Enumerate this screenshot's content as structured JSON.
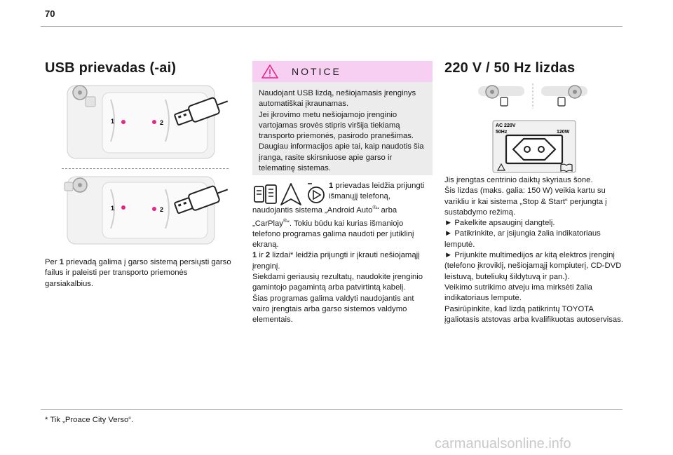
{
  "page_number": "70",
  "col1": {
    "title": "USB prievadas (-ai)",
    "port_label_1": "1",
    "port_label_2": "2",
    "body_pre": "Per ",
    "body_bold": "1",
    "body_post": " prievadą galima į garso sistemą persiųsti garso failus ir paleisti per transporto priemonės garsiakalbius.",
    "footnote": "* Tik „Proace City Verso“."
  },
  "notice": {
    "header": "NOTICE",
    "text": "Naudojant USB lizdą, nešiojamasis įrenginys automatiškai įkraunamas.\nJei įkrovimo metu nešiojamojo įrenginio vartojamas srovės stipris viršija tiekiamą transporto priemonės, pasirodo pranešimas.\nDaugiau informacijos apie tai, kaip naudotis šia įranga, rasite skirsniuose apie garso ir telematinę sistemas."
  },
  "col2": {
    "p1_bold": "1",
    "p1_rest": " prievadas leidžia prijungti išmanųjį telefoną, naudojantis sistema „Android Auto®“ arba „CarPlay®“. Tokiu būdu kai kurias išmaniojo telefono programas galima naudoti per jutiklinį ekraną.",
    "p2_bold1": "1",
    "p2_mid": " ir ",
    "p2_bold2": "2",
    "p2_rest": " lizdai* leidžia prijungti ir įkrauti nešiojamąjį įrenginį.",
    "p3": "Siekdami geriausių rezultatų, naudokite įrenginio gamintojo pagamintą arba patvirtintą kabelį.",
    "p4": "Šias programas galima valdyti naudojantis ant vairo įrengtais arba garso sistemos valdymo elementais."
  },
  "col3": {
    "title": "220 V / 50 Hz lizdas",
    "socket_label_ac": "AC 220V",
    "socket_label_hz": "50Hz",
    "socket_label_w": "120W",
    "lines": [
      "Jis įrengtas centrinio daiktų skyriaus šone.",
      "Šis lizdas (maks. galia: 150 W) veikia kartu su varikliu ir kai sistema „Stop & Start“ perjungta į sustabdymo režimą.",
      "► Pakelkite apsauginį dangtelį.",
      "► Patikrinkite, ar įsijungia žalia indikatoriaus lemputė.",
      "► Prijunkite multimedijos ar kitą elektros įrenginį (telefono įkroviklį, nešiojamąjį kompiuterį, CD-DVD leistuvą, buteliukų šildytuvą ir pan.).",
      "Veikimo sutrikimo atveju ima mirksėti žalia indikatoriaus lemputė.",
      "Pasirūpinkite, kad lizdą patikrintų TOYOTA įgaliotasis atstovas arba kvalifikuotas autoservisas."
    ]
  },
  "watermark": "carmanualsonline.info",
  "colors": {
    "notice_header": "#f6cff2",
    "notice_bg": "#ececec",
    "port_marker": "#e7248a"
  }
}
